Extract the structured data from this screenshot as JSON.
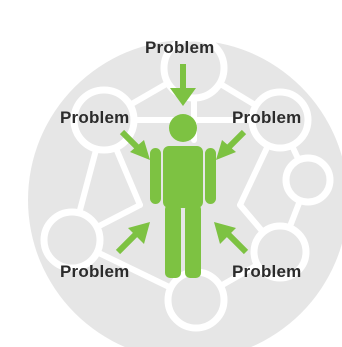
{
  "diagram": {
    "center": {
      "icon": "person-icon"
    },
    "labels": {
      "top": "Problem",
      "upper_left": "Problem",
      "upper_right": "Problem",
      "lower_left": "Problem",
      "lower_right": "Problem"
    },
    "colors": {
      "background_circle": "#e6e6e6",
      "network": "#ffffff",
      "accent_green": "#7dc242",
      "text": "#2b2b2b"
    }
  }
}
